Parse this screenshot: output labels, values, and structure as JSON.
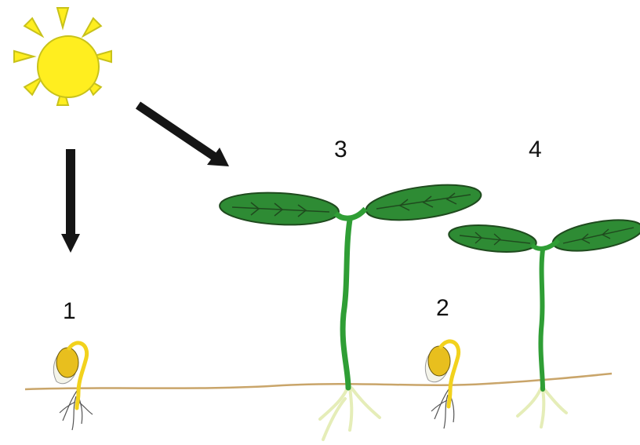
{
  "diagram": {
    "labels": {
      "plant_1": "1",
      "plant_2": "2",
      "plant_3": "3",
      "plant_4": "4"
    }
  },
  "colors": {
    "sun_fill": "#ffee1f",
    "sun_stroke": "#c8c21a",
    "arrow": "#151515",
    "soil_line": "#c9a56a",
    "leaf_fill": "#2e8b34",
    "leaf_stroke": "#1f4a1e",
    "stem": "#2f9e35",
    "seed": "#e8bf1e",
    "sprout_root": "#f2d21d",
    "root_light": "#e5edb8",
    "root_thin": "#555555",
    "label": "#111111"
  },
  "icons": {
    "sun": "sun-icon",
    "arrow_down": "arrow-down-icon",
    "arrow_diagonal": "arrow-diagonal-icon"
  }
}
